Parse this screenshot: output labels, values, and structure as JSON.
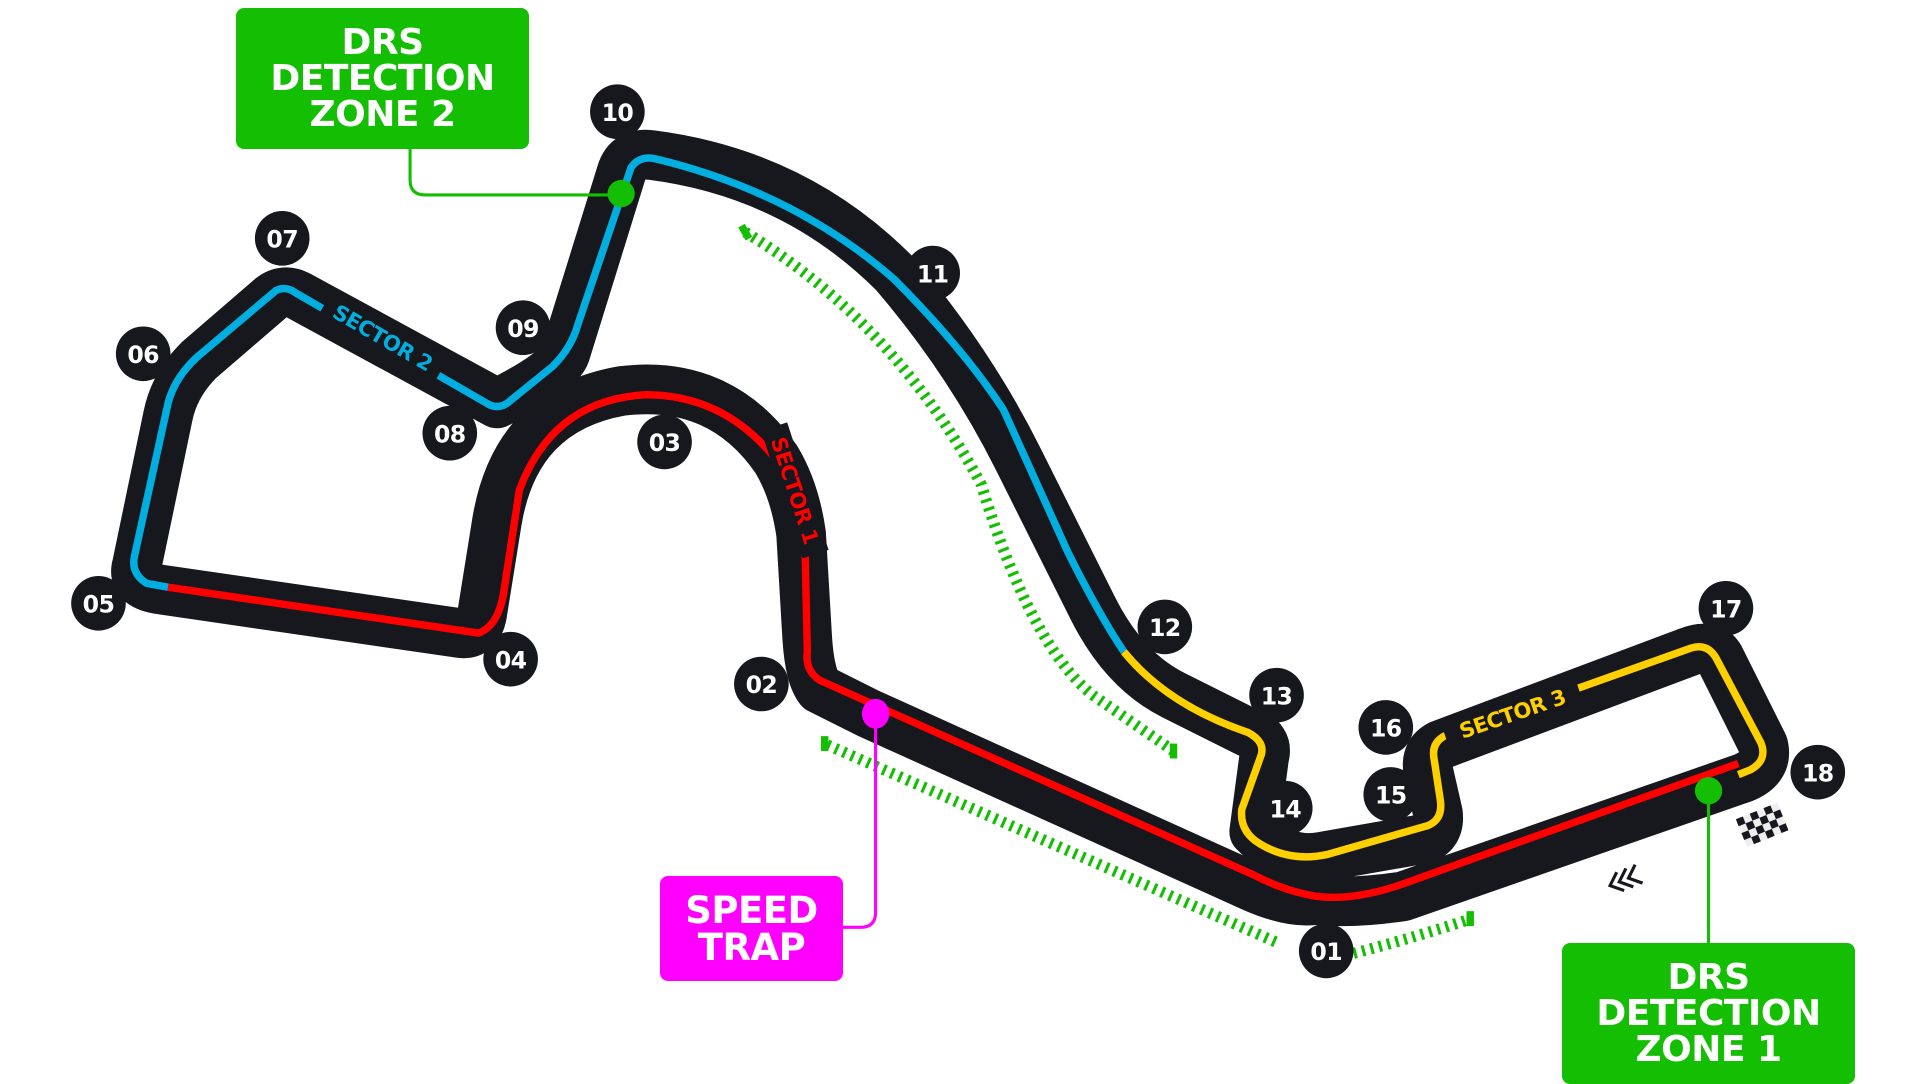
{
  "map": {
    "type": "race-circuit-layout",
    "colors": {
      "track": "#17171e",
      "sector_1": "#ff0000",
      "sector_2": "#00aee0",
      "sector_3": "#ffd000",
      "drs": "#14be03",
      "speed_trap": "#ff00ff",
      "background": "#ffffff"
    },
    "sectors": [
      {
        "label": "SECTOR 1",
        "color": "#ff0000"
      },
      {
        "label": "SECTOR 2",
        "color": "#00aee0"
      },
      {
        "label": "SECTOR 3",
        "color": "#ffd000"
      }
    ],
    "turns": [
      "01",
      "02",
      "03",
      "04",
      "05",
      "06",
      "07",
      "08",
      "09",
      "10",
      "11",
      "12",
      "13",
      "14",
      "15",
      "16",
      "17",
      "18"
    ],
    "callouts": {
      "drs_zone_2": {
        "lines": [
          "DRS",
          "DETECTION",
          "ZONE 2"
        ]
      },
      "drs_zone_1": {
        "lines": [
          "DRS",
          "DETECTION",
          "ZONE 1"
        ]
      },
      "speed_trap": {
        "lines": [
          "SPEED",
          "TRAP"
        ]
      }
    },
    "icons": {
      "finish_flag": "chequered-flag-icon",
      "direction": "direction-chevrons-icon"
    }
  }
}
